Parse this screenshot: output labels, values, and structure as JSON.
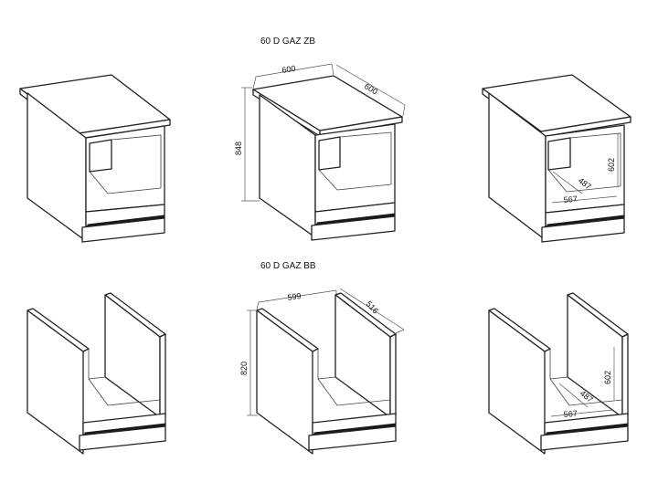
{
  "titles": {
    "zb": "60 D GAZ ZB",
    "bb": "60 D GAZ BB"
  },
  "dims": {
    "zb": {
      "width": "600",
      "depth": "600",
      "height": "848",
      "inner_height": "602",
      "inner_depth": "487",
      "inner_width": "567"
    },
    "bb": {
      "width": "599",
      "depth": "516",
      "height": "820",
      "inner_height": "602",
      "inner_depth": "487",
      "inner_width": "567"
    }
  }
}
